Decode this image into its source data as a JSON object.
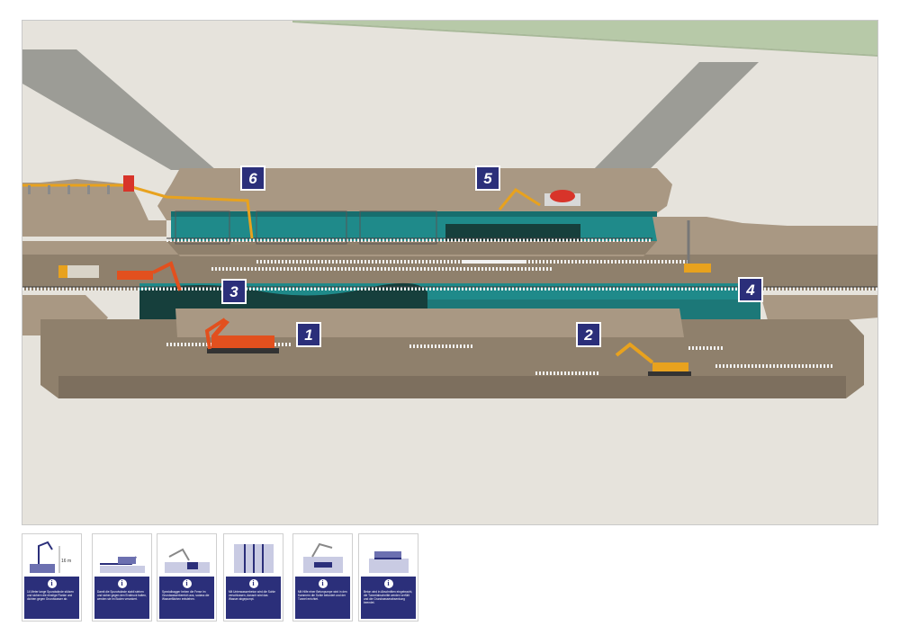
{
  "steps": [
    {
      "label": "1"
    },
    {
      "label": "2"
    },
    {
      "label": "3"
    },
    {
      "label": "4"
    },
    {
      "label": "5"
    },
    {
      "label": "6"
    }
  ],
  "depth_label": "16 m",
  "colors": {
    "ground": "#a99883",
    "ground_dark": "#8f806c",
    "road": "#9c9c96",
    "background": "#e6e3dc",
    "field": "#b7c9a8",
    "water": "#1f8a8a",
    "water_dark": "#163f3c",
    "badge": "#2b2f7a",
    "excavator": "#e2501e",
    "excavator_yellow": "#e8a21e",
    "sheet_pile": "#f2f2f2"
  },
  "info_cards": [
    {
      "icon": "info-icon",
      "text": "14 Meter lange Spundwände stützen und sichern die einstige Flanke und dichten gegen Grundwasser ab."
    },
    {
      "icon": "info-icon",
      "text": "Damit die Spundwände stabil stehen und sicher gegen den Erddruck halten, werden sie im Boden verankert."
    },
    {
      "icon": "info-icon",
      "text": "Spezialbagger heben die Ferse im Grundwasserbereich aus, sodass die Wasserflächen entstehen."
    },
    {
      "icon": "info-icon",
      "text": "Mit Unterwasserbeton wird die Sohle verschlossen, danach wird das Wasser abgepumpt."
    },
    {
      "icon": "info-icon",
      "text": "Mit Hilfe einer Betonpumpe wird in den Kammern die Sohle betoniert und der Tunnel errichtet."
    },
    {
      "icon": "info-icon",
      "text": "Beton wird in Abschnitten eingebracht, die Tunnelabschnitte werden verfüllt und die Grundwasserabsenkung beendet."
    }
  ]
}
